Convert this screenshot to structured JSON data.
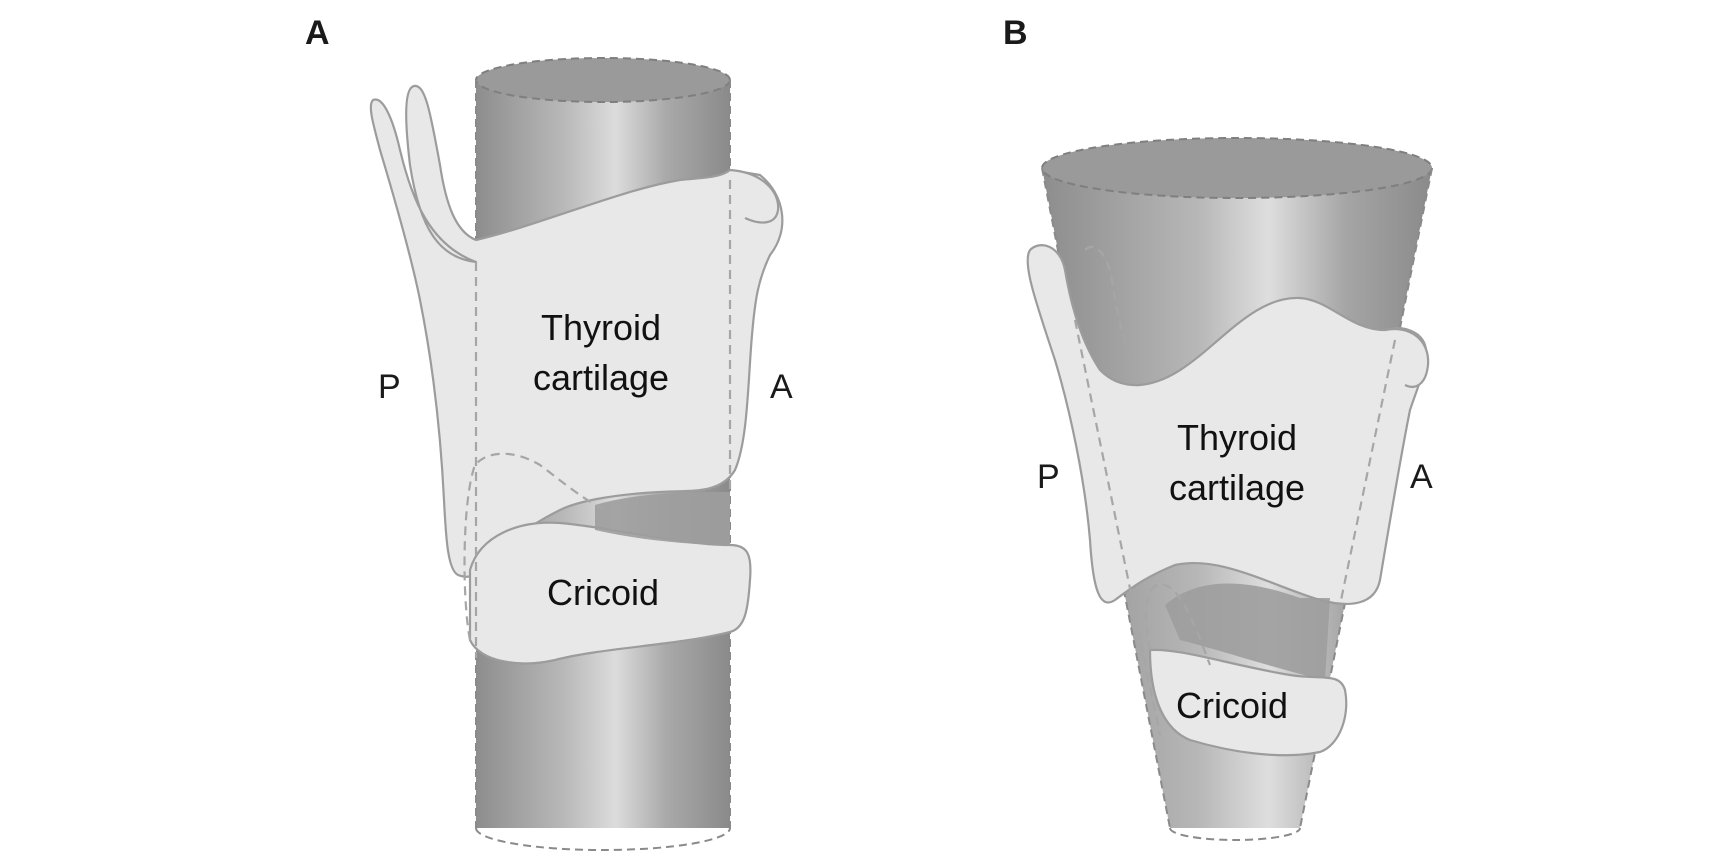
{
  "panels": [
    {
      "letter": "A",
      "posterior_label": "P",
      "anterior_label": "A",
      "thyroid_label_line1": "Thyroid",
      "thyroid_label_line2": "cartilage",
      "cricoid_label": "Cricoid"
    },
    {
      "letter": "B",
      "posterior_label": "P",
      "anterior_label": "A",
      "thyroid_label_line1": "Thyroid",
      "thyroid_label_line2": "cartilage",
      "cricoid_label": "Cricoid"
    }
  ],
  "colors": {
    "cartilage_fill": "#e8e8e8",
    "cartilage_outline": "#9c9c9c",
    "airway_dark": "#8f8f8f",
    "airway_light": "#d6d6d6"
  }
}
